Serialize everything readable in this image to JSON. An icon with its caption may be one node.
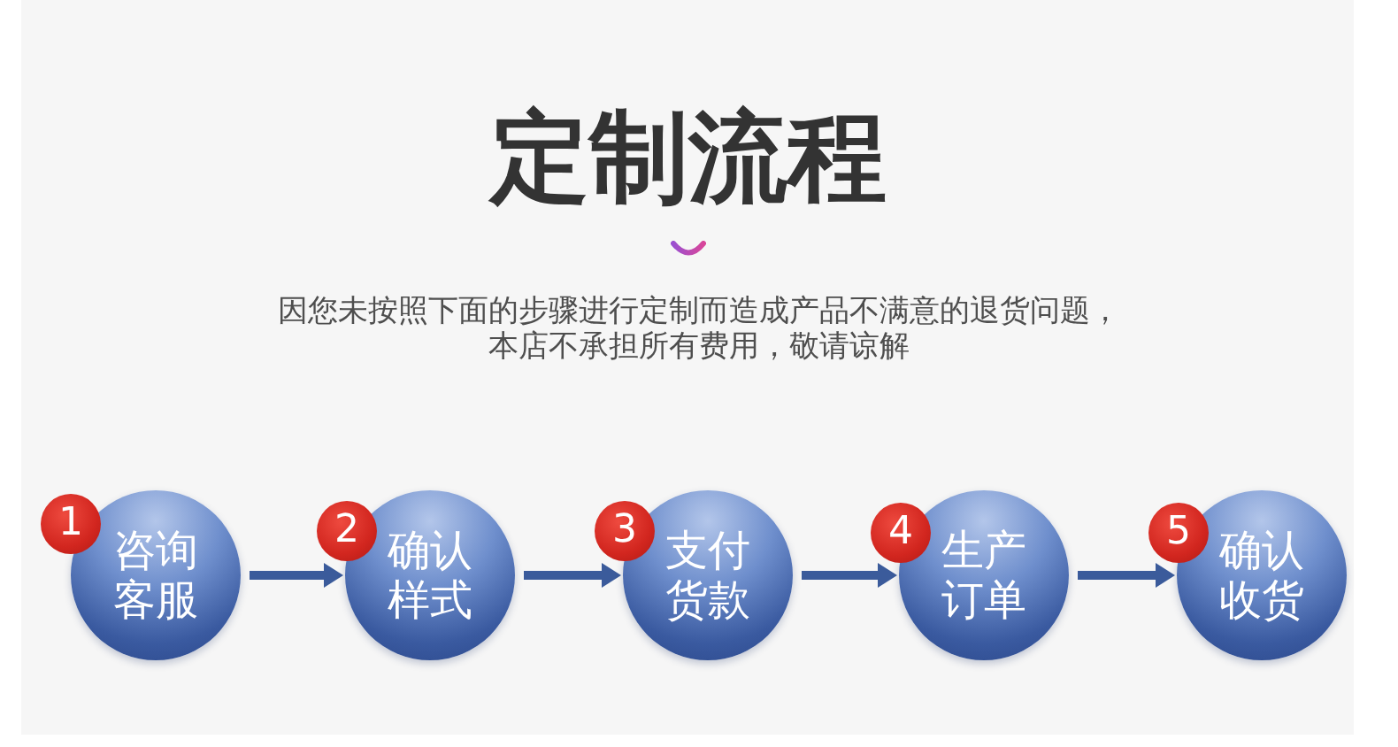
{
  "diagram": {
    "title": "定制流程",
    "nodes": [
      {
        "text": [
          "1"
        ]
      },
      {
        "text": [
          "咨询客服"
        ]
      },
      {
        "text": [
          "2"
        ]
      },
      {
        "text": [
          "确认样式"
        ]
      },
      {
        "text": [
          "3"
        ]
      },
      {
        "text": [
          "支付货款"
        ]
      },
      {
        "text": [
          "4"
        ]
      },
      {
        "text": [
          "生产订单"
        ]
      },
      {
        "text": [
          "5"
        ]
      },
      {
        "text": [
          "确认收货"
        ]
      }
    ],
    "edges": [
      {
        "from": 1,
        "to": 3,
        "arrow": "to"
      },
      {
        "from": 3,
        "to": 5,
        "arrow": "to"
      },
      {
        "from": 5,
        "to": 7,
        "arrow": "to"
      },
      {
        "from": 7,
        "to": 9,
        "arrow": "to"
      }
    ],
    "labels": [
      "因您未按照下面的步骤进行定制而造成产品不满意的退货问题，本店不承担所有费用，敬请谅解"
    ]
  }
}
